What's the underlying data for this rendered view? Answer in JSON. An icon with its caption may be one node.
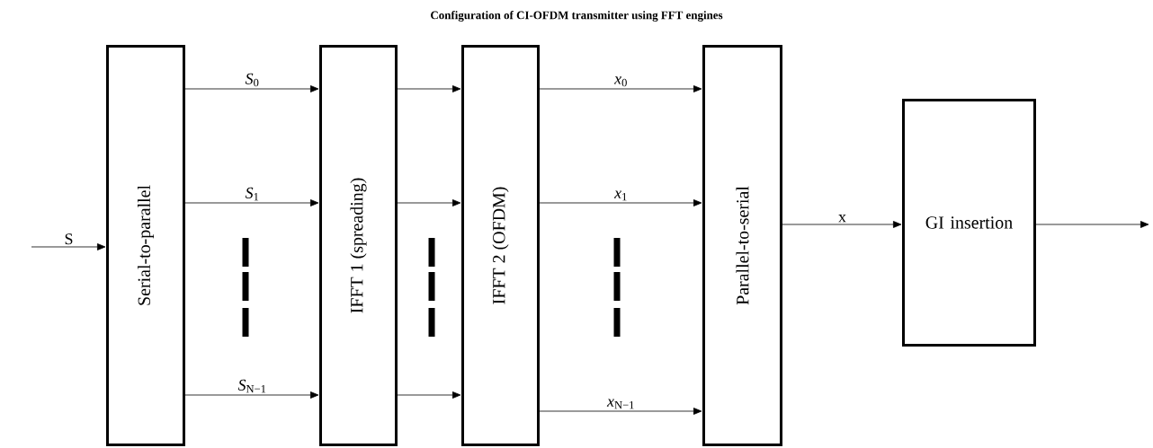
{
  "diagram": {
    "title": "Configuration of CI-OFDM transmitter using FFT engines",
    "nodes": [
      {
        "text": [
          "Serial-to-parallel"
        ]
      },
      {
        "text": [
          "IFFT 1 (spreading)"
        ]
      },
      {
        "text": [
          "IFFT 2 (OFDM)"
        ]
      },
      {
        "text": [
          "Parallel-to-serial"
        ]
      },
      {
        "text": [
          "GI insertion"
        ]
      }
    ],
    "edges": [
      {
        "from": null,
        "to": 0,
        "arrow": "to",
        "label": "S"
      },
      {
        "from": 0,
        "to": 1,
        "arrow": "to",
        "label": "*S*$_{0}$"
      },
      {
        "from": 0,
        "to": 1,
        "arrow": "to",
        "label": "*S*$_{1}$"
      },
      {
        "from": 0,
        "to": 1,
        "arrow": "to",
        "label": "*S*$_{N−1}$"
      },
      {
        "from": 1,
        "to": 2,
        "arrow": "to"
      },
      {
        "from": 1,
        "to": 2,
        "arrow": "to"
      },
      {
        "from": 1,
        "to": 2,
        "arrow": "to"
      },
      {
        "from": 2,
        "to": 3,
        "arrow": "to",
        "label": "*x*$_{0}$"
      },
      {
        "from": 2,
        "to": 3,
        "arrow": "to",
        "label": "*x*$_{1}$"
      },
      {
        "from": 2,
        "to": 3,
        "arrow": "to",
        "label": "*x*$_{N−1}$"
      },
      {
        "from": 3,
        "to": 4,
        "arrow": "to",
        "label": "x"
      },
      {
        "from": 4,
        "to": null,
        "arrow": "to"
      }
    ]
  }
}
